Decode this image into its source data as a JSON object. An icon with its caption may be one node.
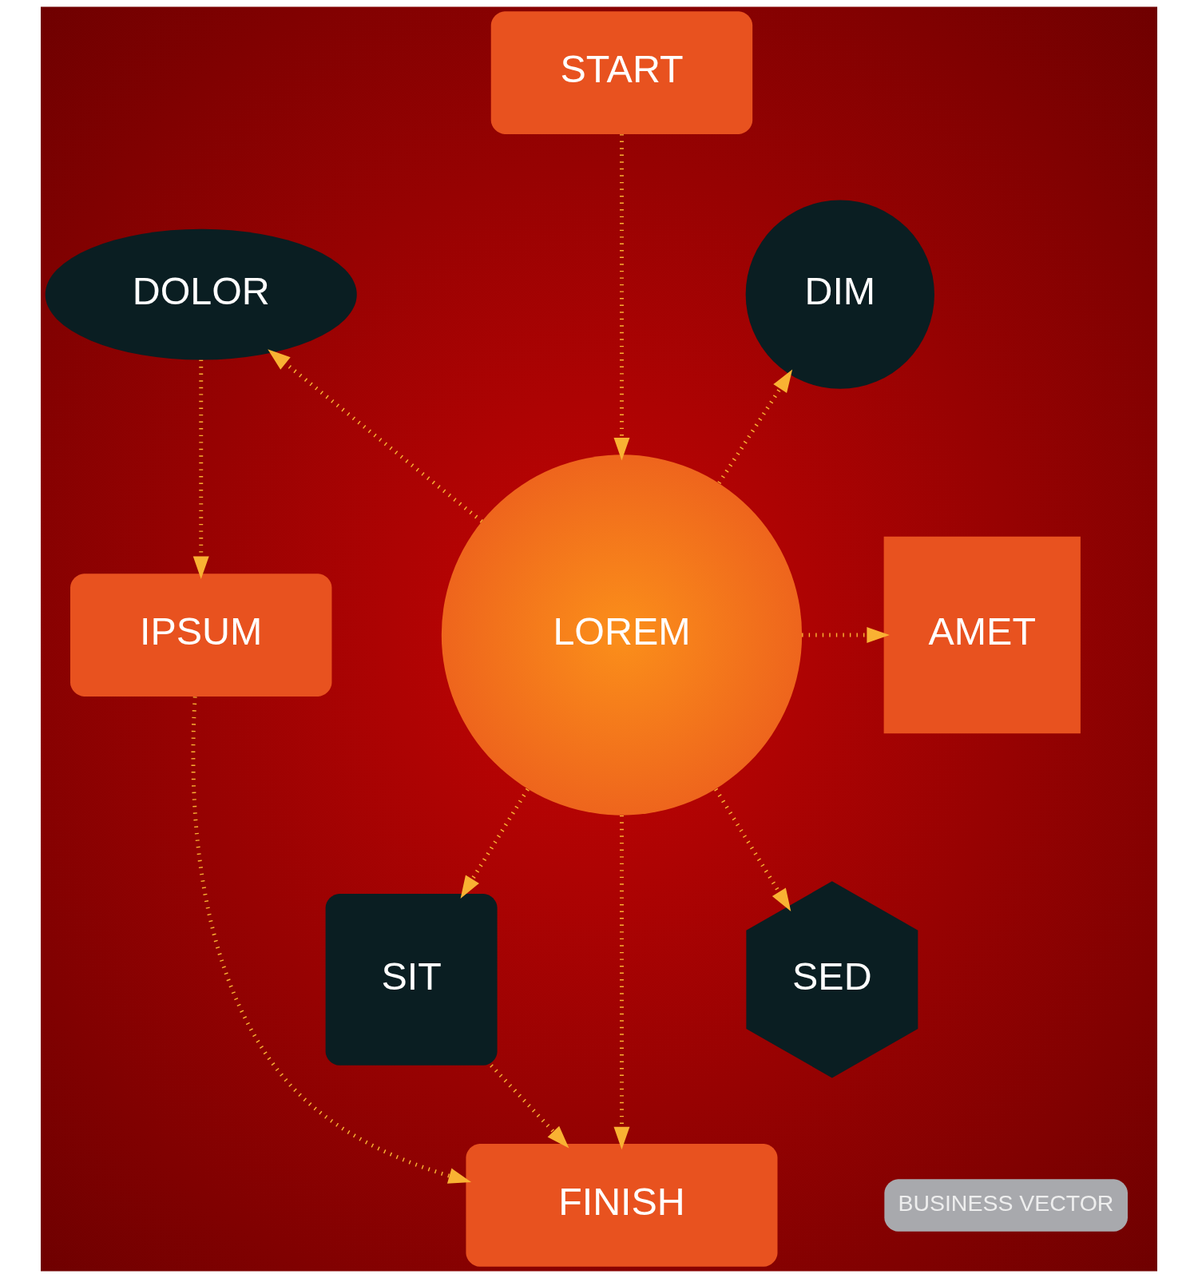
{
  "diagram": {
    "nodes": [
      {
        "text": [
          "START"
        ]
      },
      {
        "text": [
          "DIM"
        ]
      },
      {
        "text": [
          "DOLOR"
        ]
      },
      {
        "text": [
          "IPSUM"
        ]
      },
      {
        "text": [
          "LOREM"
        ]
      },
      {
        "text": [
          "AMET"
        ]
      },
      {
        "text": [
          "SIT"
        ]
      },
      {
        "text": [
          "SED"
        ]
      },
      {
        "text": [
          "FINISH"
        ]
      }
    ],
    "edges": [
      {
        "from": 0,
        "to": 4,
        "arrow": "to"
      },
      {
        "from": 4,
        "to": 2,
        "arrow": "to"
      },
      {
        "from": 2,
        "to": 3,
        "arrow": "to"
      },
      {
        "from": 4,
        "to": 1,
        "arrow": "to"
      },
      {
        "from": 4,
        "to": 5,
        "arrow": "to"
      },
      {
        "from": 4,
        "to": 6,
        "arrow": "to"
      },
      {
        "from": 4,
        "to": 7,
        "arrow": "to"
      },
      {
        "from": 4,
        "to": 8,
        "arrow": "to"
      },
      {
        "from": 6,
        "to": 8,
        "arrow": "to"
      },
      {
        "from": 3,
        "to": 8,
        "arrow": "to"
      }
    ],
    "labels": [
      "BUSINESS VECTOR"
    ]
  }
}
